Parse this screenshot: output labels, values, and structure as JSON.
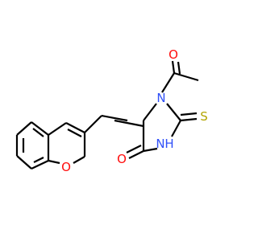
{
  "molecule": {
    "atoms": {
      "acetyl_oxygen": "O",
      "n1": "N",
      "thione_sulfur": "S",
      "nh_nitrogen": "N",
      "nh_hydrogen": "H",
      "carbonyl_oxygen": "O",
      "ring_oxygen": "O"
    },
    "colors": {
      "bond": "#000000",
      "oxygen": "#ff0d0d",
      "nitrogen": "#3050f8",
      "sulfur": "#b2a400"
    }
  }
}
